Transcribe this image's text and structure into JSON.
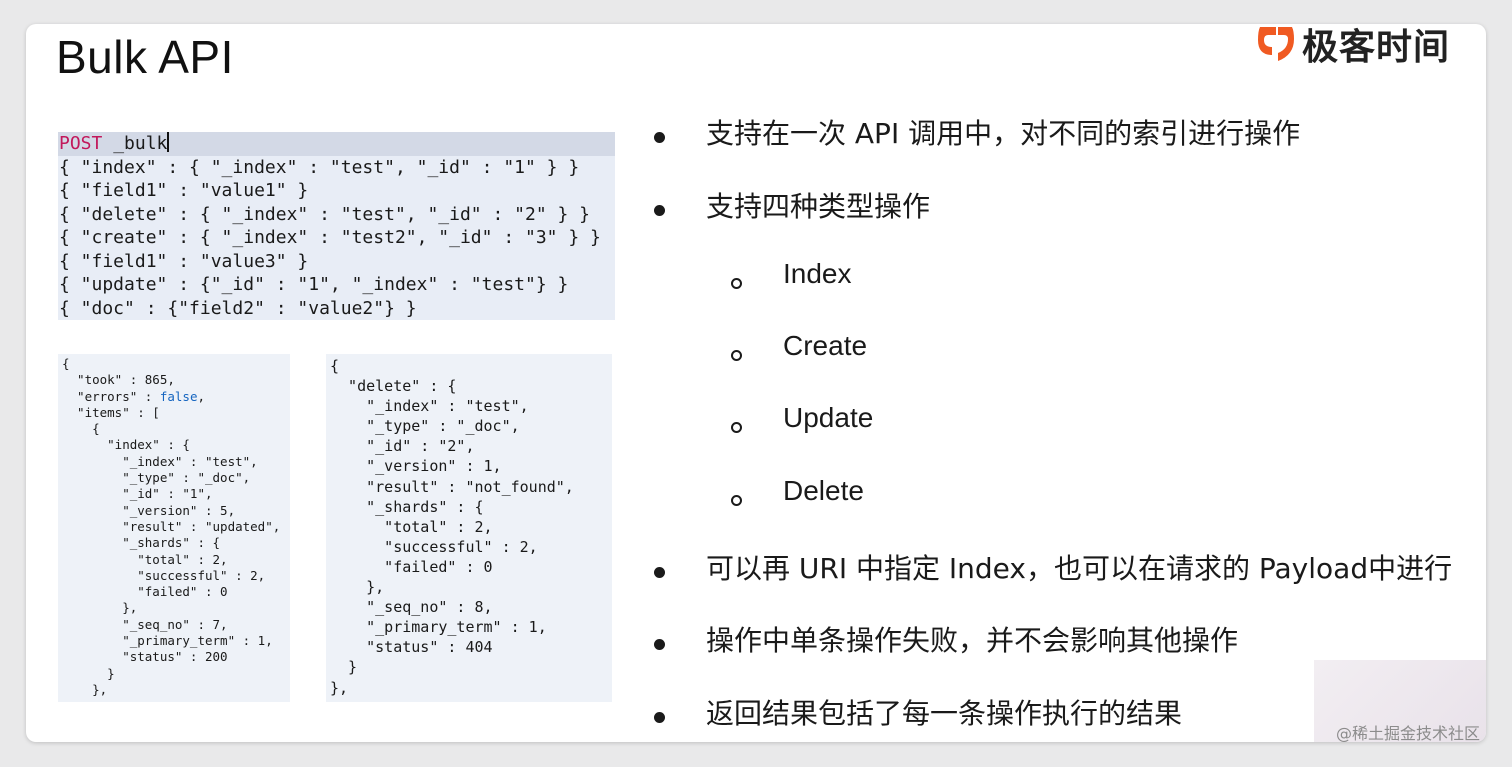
{
  "slide": {
    "title": "Bulk API",
    "logo_text": "极客时间"
  },
  "code_request": [
    {
      "kw": "POST",
      "rest": " _bulk"
    },
    {
      "kw": "",
      "rest": "{ \"index\" : { \"_index\" : \"test\", \"_id\" : \"1\" } }"
    },
    {
      "kw": "",
      "rest": "{ \"field1\" : \"value1\" }"
    },
    {
      "kw": "",
      "rest": "{ \"delete\" : { \"_index\" : \"test\", \"_id\" : \"2\" } }"
    },
    {
      "kw": "",
      "rest": "{ \"create\" : { \"_index\" : \"test2\", \"_id\" : \"3\" } }"
    },
    {
      "kw": "",
      "rest": "{ \"field1\" : \"value3\" }"
    },
    {
      "kw": "",
      "rest": "{ \"update\" : {\"_id\" : \"1\", \"_index\" : \"test\"} }"
    },
    {
      "kw": "",
      "rest": "{ \"doc\" : {\"field2\" : \"value2\"} }"
    }
  ],
  "code_response_left": [
    "{",
    "  \"took\" : 865,",
    "  \"errors\" : false,",
    "  \"items\" : [",
    "    {",
    "      \"index\" : {",
    "        \"_index\" : \"test\",",
    "        \"_type\" : \"_doc\",",
    "        \"_id\" : \"1\",",
    "        \"_version\" : 5,",
    "        \"result\" : \"updated\",",
    "        \"_shards\" : {",
    "          \"total\" : 2,",
    "          \"successful\" : 2,",
    "          \"failed\" : 0",
    "        },",
    "        \"_seq_no\" : 7,",
    "        \"_primary_term\" : 1,",
    "        \"status\" : 200",
    "      }",
    "    },"
  ],
  "code_response_right": [
    "{",
    "  \"delete\" : {",
    "    \"_index\" : \"test\",",
    "    \"_type\" : \"_doc\",",
    "    \"_id\" : \"2\",",
    "    \"_version\" : 1,",
    "    \"result\" : \"not_found\",",
    "    \"_shards\" : {",
    "      \"total\" : 2,",
    "      \"successful\" : 2,",
    "      \"failed\" : 0",
    "    },",
    "    \"_seq_no\" : 8,",
    "    \"_primary_term\" : 1,",
    "    \"status\" : 404",
    "  }",
    "},"
  ],
  "bullets": [
    {
      "level": 1,
      "text": "支持在一次 API 调用中，对不同的索引进行操作"
    },
    {
      "level": 1,
      "text": "支持四种类型操作"
    },
    {
      "level": 2,
      "text": "Index"
    },
    {
      "level": 2,
      "text": "Create"
    },
    {
      "level": 2,
      "text": "Update"
    },
    {
      "level": 2,
      "text": "Delete"
    },
    {
      "level": 1,
      "text": "可以再 URI 中指定 Index，也可以在请求的 Payload中进行"
    },
    {
      "level": 1,
      "text": "操作中单条操作失败，并不会影响其他操作"
    },
    {
      "level": 1,
      "text": "返回结果包括了每一条操作执行的结果"
    }
  ],
  "watermark": "@稀土掘金技术社区",
  "colors": {
    "keyword": "#c2185b",
    "code_bg": "#e8edf6",
    "logo_orange": "#f05a22"
  }
}
